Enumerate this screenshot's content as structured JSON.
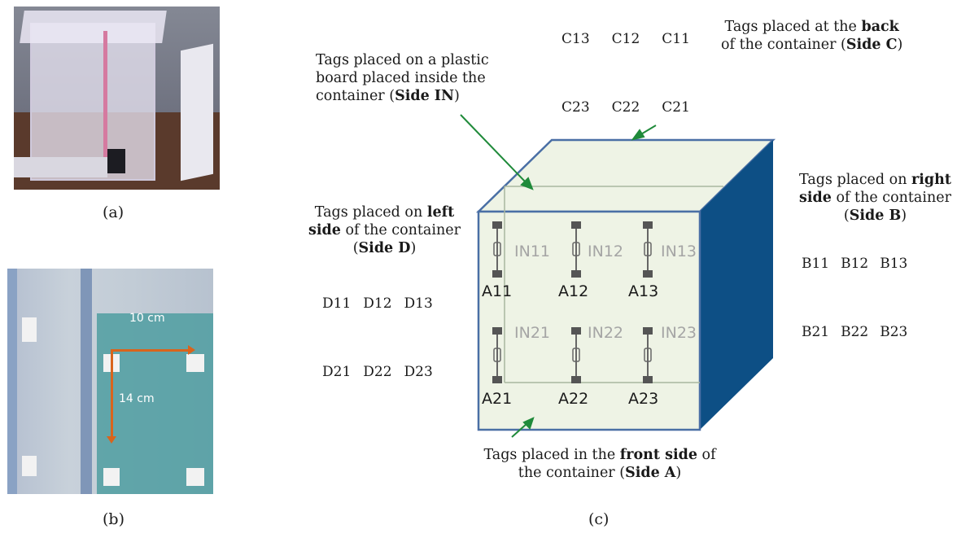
{
  "captions": {
    "a": "(a)",
    "b": "(b)",
    "c": "(c)"
  },
  "photo_b": {
    "width_label": "10 cm",
    "height_label": "14 cm"
  },
  "notes": {
    "back": {
      "pre": "Tags placed at the ",
      "bold": "back",
      "post": " of the container (",
      "side": "Side C",
      "end": ")"
    },
    "inside": {
      "pre": "Tags placed on a plastic board placed inside the container (",
      "side": "Side IN",
      "end": ")"
    },
    "right": {
      "pre": "Tags placed on ",
      "bold": "right side",
      "post": " of the container (",
      "side": "Side B",
      "end": ")"
    },
    "left": {
      "pre": "Tags placed on ",
      "bold": "left side",
      "post": " of the container (",
      "side": "Side D",
      "end": ")"
    },
    "front": {
      "pre": "Tags placed in the ",
      "bold": "front side",
      "post": " of the container (",
      "side": "Side A",
      "end": ")"
    }
  },
  "tags": {
    "C": [
      [
        "C13",
        "C12",
        "C11"
      ],
      [
        "C23",
        "C22",
        "C21"
      ]
    ],
    "B": [
      [
        "B11",
        "B12",
        "B13"
      ],
      [
        "B21",
        "B22",
        "B23"
      ]
    ],
    "D": [
      [
        "D11",
        "D12",
        "D13"
      ],
      [
        "D21",
        "D22",
        "D23"
      ]
    ],
    "A": [
      [
        "A11",
        "A12",
        "A13"
      ],
      [
        "A21",
        "A22",
        "A23"
      ]
    ],
    "IN": [
      [
        "IN11",
        "IN12",
        "IN13"
      ],
      [
        "IN21",
        "IN22",
        "IN23"
      ]
    ]
  },
  "colors": {
    "cube_front": "#eef3e5",
    "cube_side": "#0d4f85",
    "cube_edge": "#4a6fa5",
    "arrow": "#1f8a3a",
    "photo_arrow": "#d9641c"
  }
}
